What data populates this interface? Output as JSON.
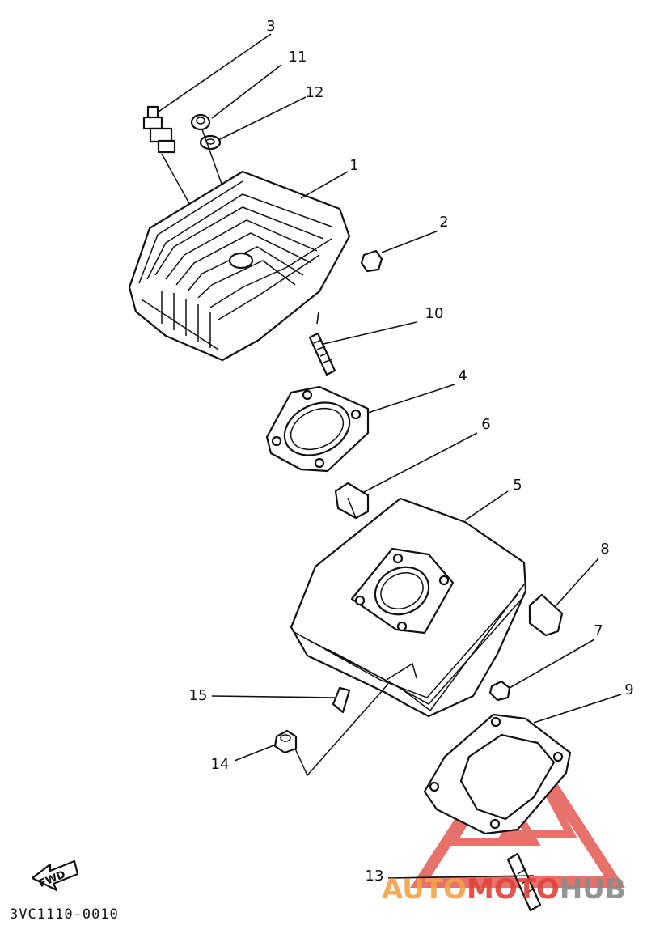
{
  "drawing_code": "3VC1110-0010",
  "fwd_label": "FWD",
  "callouts": {
    "c1": "1",
    "c2": "2",
    "c3": "3",
    "c4": "4",
    "c5": "5",
    "c6": "6",
    "c7": "7",
    "c8": "8",
    "c9": "9",
    "c10": "10",
    "c11": "11",
    "c12": "12",
    "c13": "13",
    "c14": "14",
    "c15": "15"
  },
  "watermark": {
    "part1": "AUTO",
    "part2": "MOTO",
    "part3": "HUB",
    "color_red": "#e0423a",
    "color_orange": "#f3a24a",
    "color_gray": "#8a8a8a"
  }
}
